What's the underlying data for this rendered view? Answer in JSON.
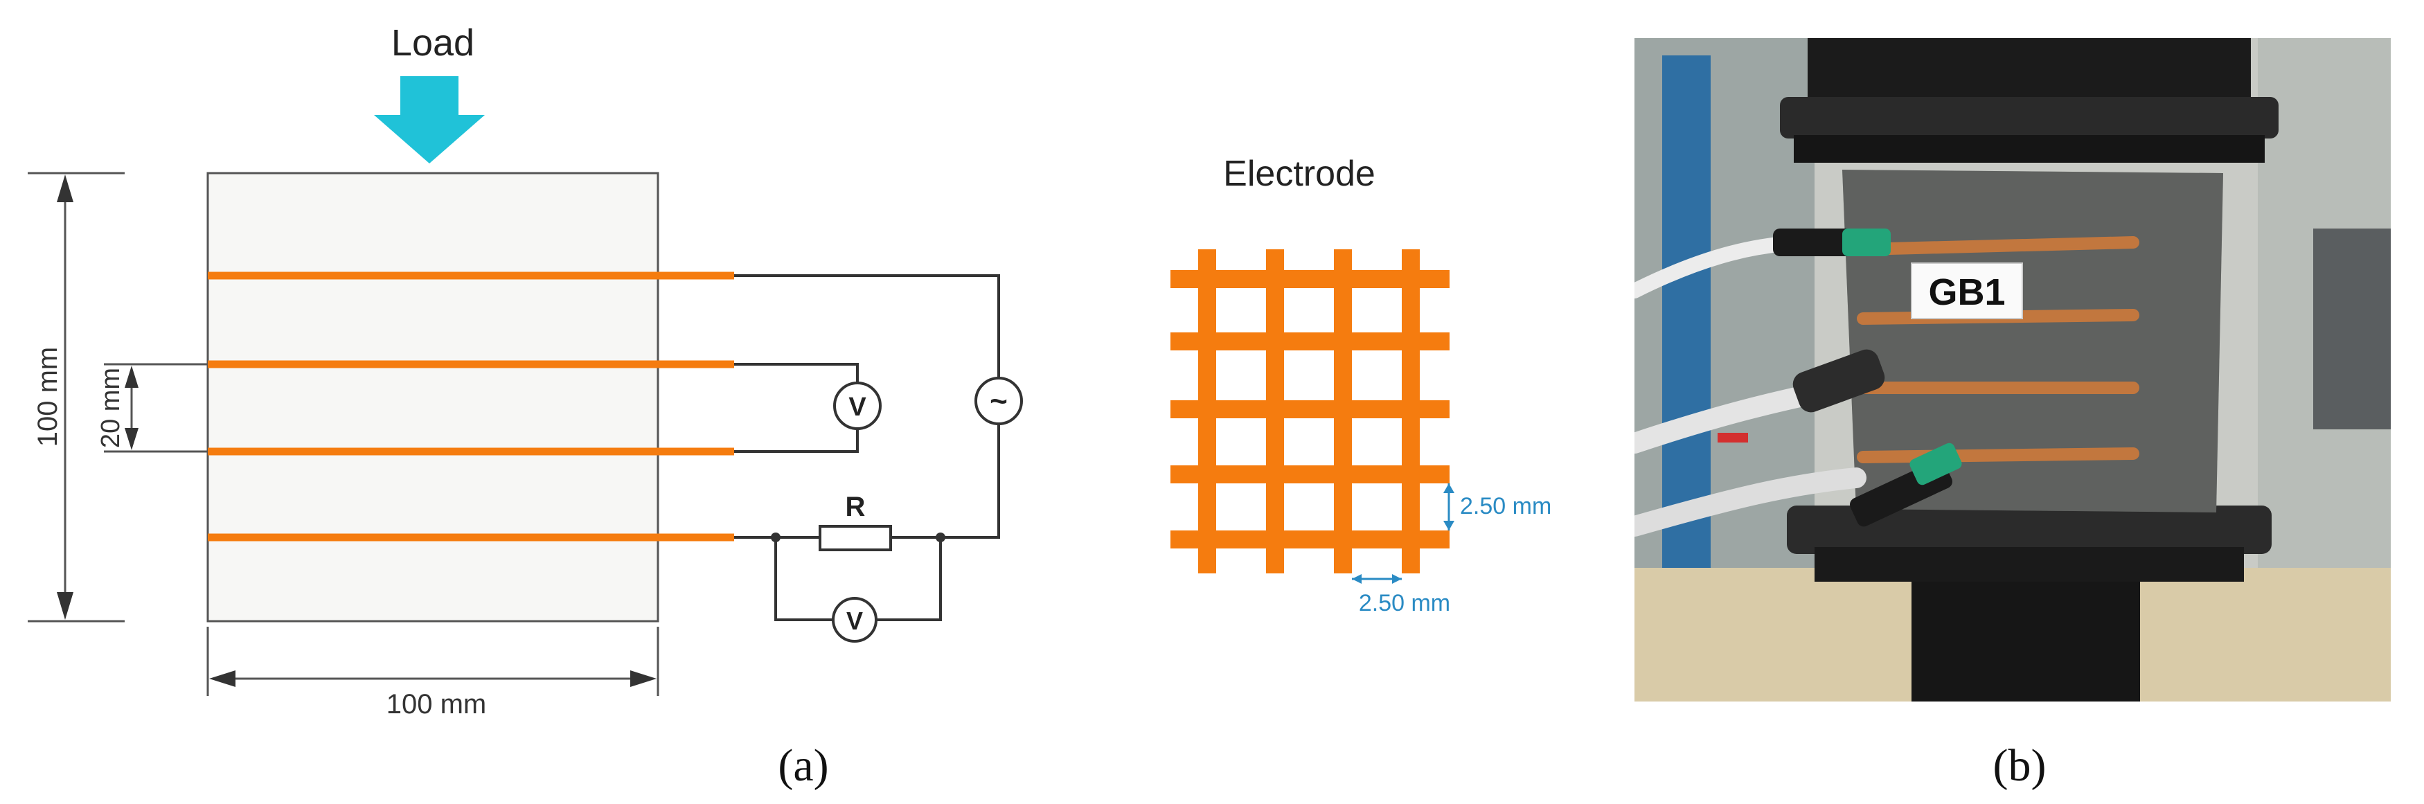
{
  "panel_a": {
    "load_label": "Load",
    "height_dim": "100 mm",
    "spacing_dim": "20 mm",
    "width_dim": "100 mm",
    "resistor_label": "R",
    "voltmeter_label": "V",
    "source_symbol": "~",
    "caption": "(a)",
    "electrode_title": "Electrode",
    "mesh_vertical_dim": "2.50 mm",
    "mesh_horizontal_dim": "2.50 mm"
  },
  "panel_b": {
    "specimen_tag": "GB1",
    "caption": "(b)"
  },
  "colors": {
    "electrode": "#F57C0F",
    "load_arrow": "#20C2D8",
    "dimension_blue": "#2A8BC4",
    "specimen_fill": "#F7F7F5",
    "wire": "#333333"
  }
}
